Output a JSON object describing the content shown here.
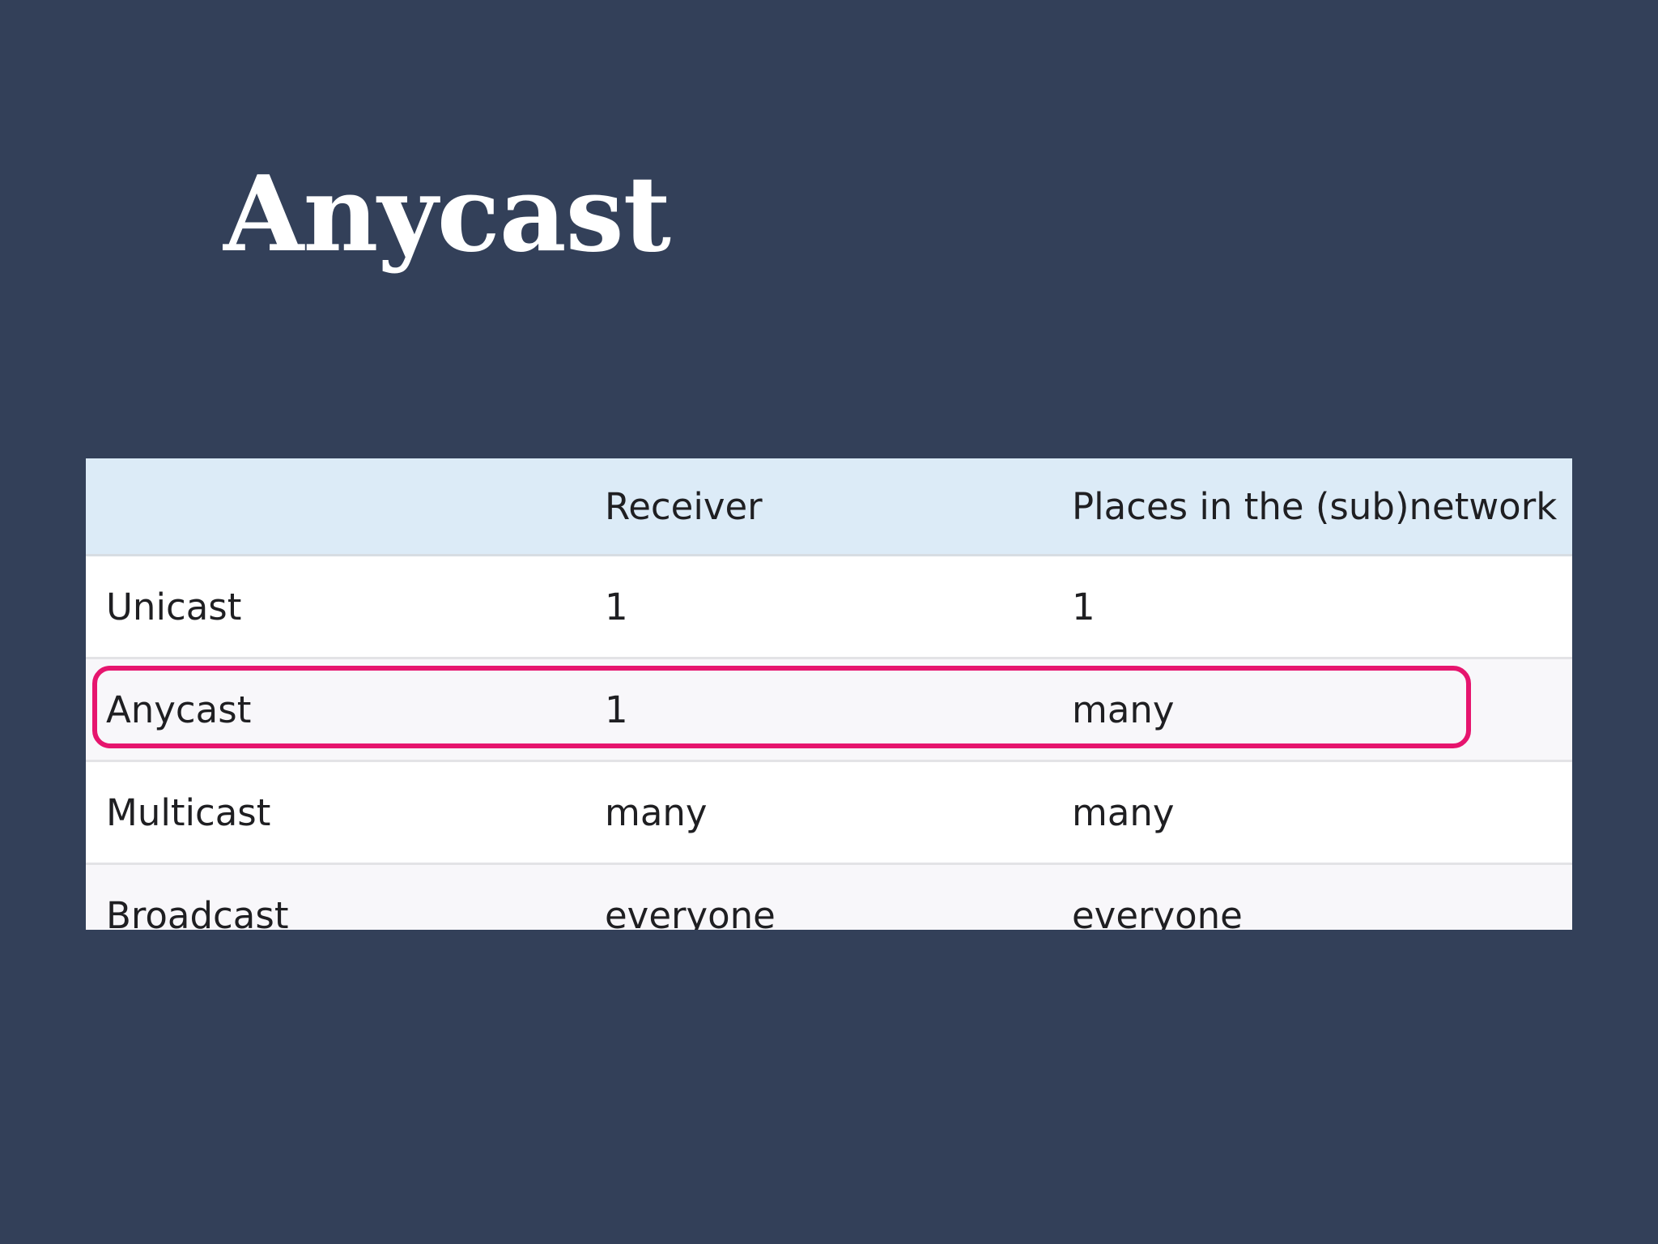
{
  "slide": {
    "title": "Anycast"
  },
  "table": {
    "headers": [
      "",
      "Receiver",
      "Places in the (sub)network"
    ],
    "rows": [
      [
        "Unicast",
        "1",
        "1"
      ],
      [
        "Anycast",
        "1",
        "many"
      ],
      [
        "Multicast",
        "many",
        "many"
      ],
      [
        "Broadcast",
        "everyone",
        "everyone"
      ]
    ],
    "highlighted_row": "Anycast",
    "highlight_color": "#e6156e",
    "header_bg": "#dcebf7"
  },
  "colors": {
    "background": "#334059",
    "title": "#ffffff"
  }
}
